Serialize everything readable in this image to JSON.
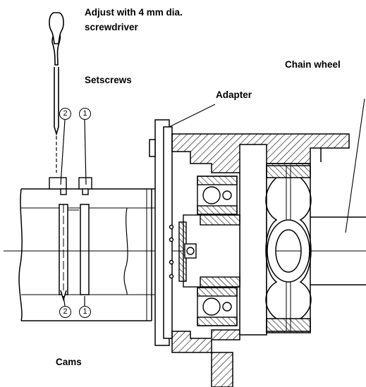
{
  "labels": {
    "adjust_line1": "Adjust with 4 mm dia.",
    "adjust_line2": "screwdriver",
    "setscrews": "Setscrews",
    "adapter": "Adapter",
    "chain_wheel": "Chain wheel",
    "cams": "Cams"
  },
  "markers": {
    "setscrew_2": "2",
    "setscrew_1": "1",
    "cam_2": "2",
    "cam_1": "1"
  },
  "colors": {
    "line": "#000000",
    "background": "#ffffff"
  }
}
